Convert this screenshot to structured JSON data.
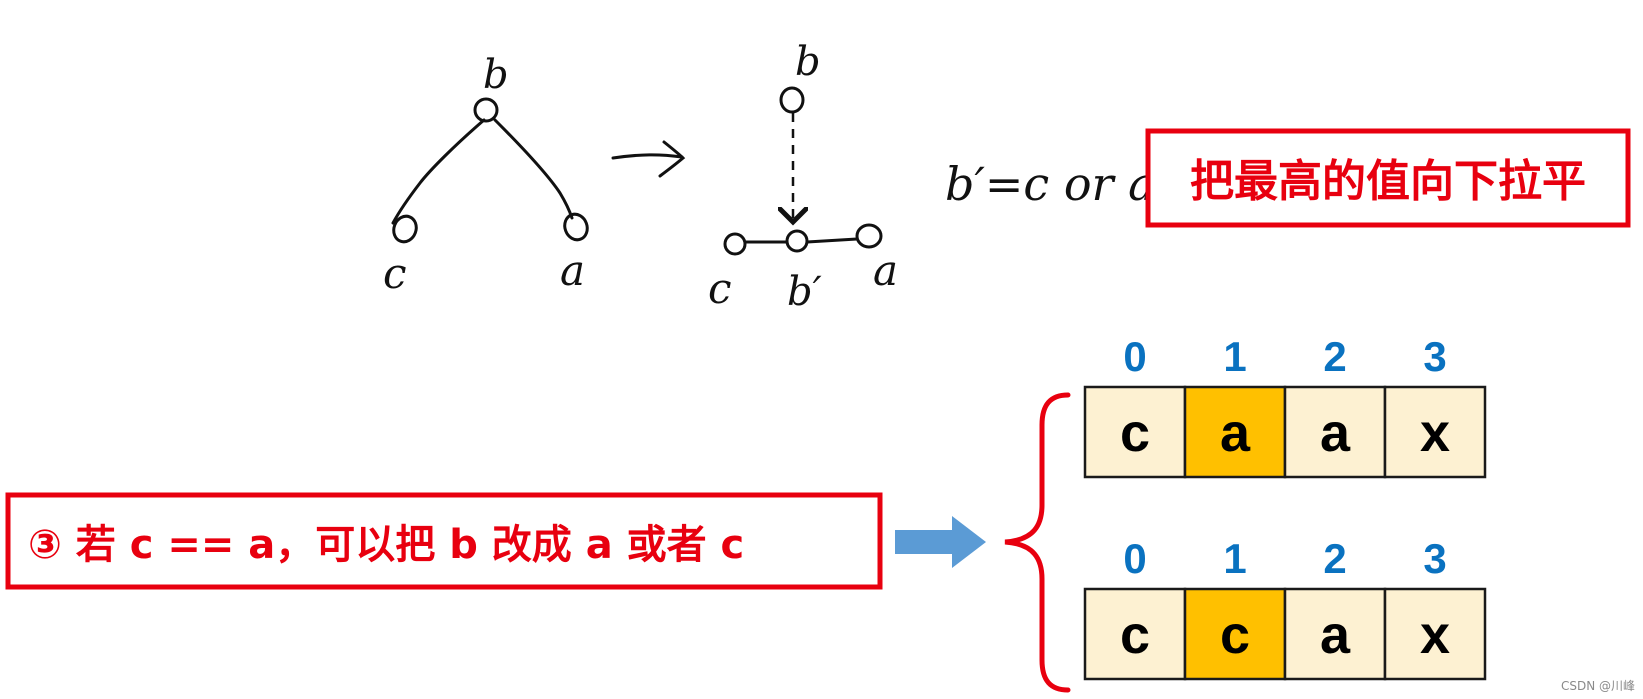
{
  "colors": {
    "red": "#e8000f",
    "blue_index": "#0a72c0",
    "cell_fill": "#fdf1d2",
    "cell_highlight": "#ffc000",
    "arrow_blue": "#5b9bd5",
    "ink": "#111111"
  },
  "sketch": {
    "left_tree": {
      "root_label": "b",
      "left_label": "c",
      "right_label": "a"
    },
    "right_tree": {
      "root_label": "b",
      "left_label": "c",
      "middle_label": "b′",
      "right_label": "a"
    },
    "formula": "b′=c or a"
  },
  "note_box": {
    "text": "把最高的值向下拉平"
  },
  "case_box": {
    "text": "③ 若 c == a，可以把 b 改成 a 或者 c"
  },
  "arrays": [
    {
      "indices": [
        "0",
        "1",
        "2",
        "3"
      ],
      "cells": [
        "c",
        "a",
        "a",
        "x"
      ],
      "highlight_index": 1
    },
    {
      "indices": [
        "0",
        "1",
        "2",
        "3"
      ],
      "cells": [
        "c",
        "c",
        "a",
        "x"
      ],
      "highlight_index": 1
    }
  ],
  "watermark": "CSDN @川峰"
}
